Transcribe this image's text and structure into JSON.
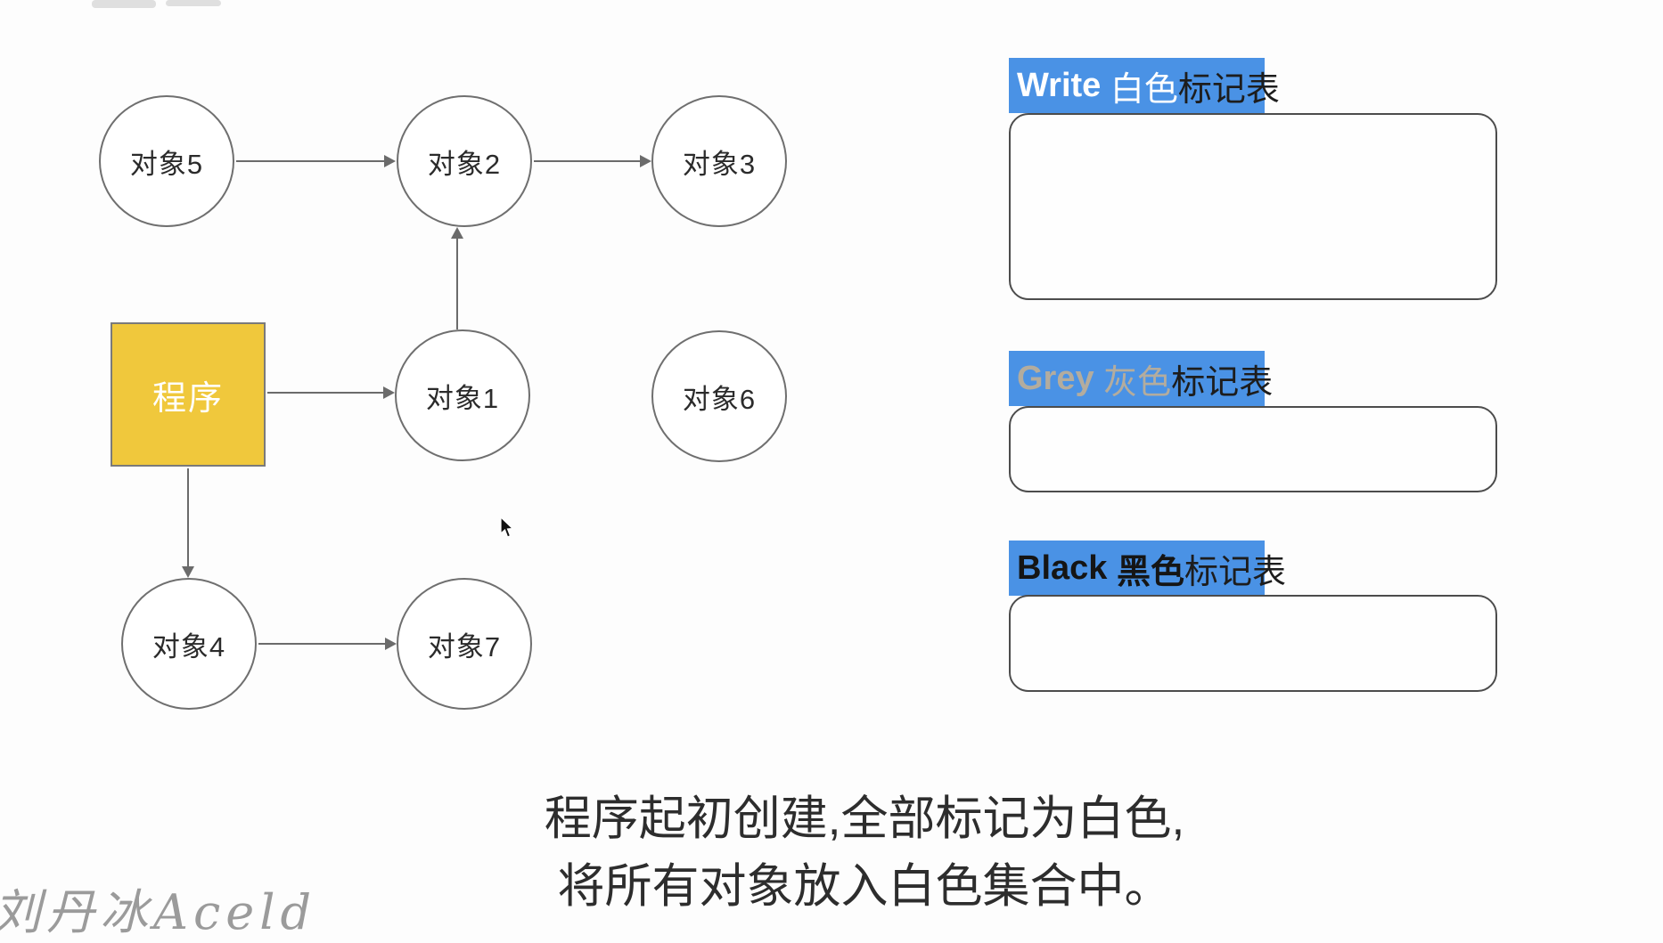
{
  "colors": {
    "label_background": "#4A92E5",
    "program_fill": "#F0C83C",
    "grey_label_text": "#B3AC9E",
    "white_label_text": "#FFFFFF",
    "black_label_text": "#151515",
    "label_suffix_text": "#1D1D1D"
  },
  "diagram": {
    "program": {
      "label": "程序"
    },
    "nodes": [
      {
        "label": "对象5"
      },
      {
        "label": "对象2"
      },
      {
        "label": "对象3"
      },
      {
        "label": "对象1"
      },
      {
        "label": "对象6"
      },
      {
        "label": "对象4"
      },
      {
        "label": "对象7"
      }
    ],
    "edges": [
      {
        "from": "对象5",
        "to": "对象2"
      },
      {
        "from": "对象2",
        "to": "对象3"
      },
      {
        "from": "对象1",
        "to": "对象2"
      },
      {
        "from": "程序",
        "to": "对象1"
      },
      {
        "from": "程序",
        "to": "对象4"
      },
      {
        "from": "对象4",
        "to": "对象7"
      }
    ]
  },
  "tables": [
    {
      "tag_en": "Write ",
      "tag_cn": "白色",
      "tag_rest": "标记表",
      "tag_en_color": "#FFFFFF",
      "tag_cn_color": "#FFFFFF",
      "tag_rest_color": "#1D1D1D"
    },
    {
      "tag_en": "Grey ",
      "tag_cn": "灰色",
      "tag_rest": "标记表",
      "tag_en_color": "#B3AC9E",
      "tag_cn_color": "#B3AC9E",
      "tag_rest_color": "#1D1D1D"
    },
    {
      "tag_en": "Black ",
      "tag_cn": "黑色",
      "tag_rest": "标记表",
      "tag_en_color": "#151515",
      "tag_cn_color": "#151515",
      "tag_rest_color": "#1D1D1D"
    }
  ],
  "caption": {
    "line1": "程序起初创建,全部标记为白色,",
    "line2": "将所有对象放入白色集合中。"
  },
  "watermark": "刘丹冰Aceld"
}
